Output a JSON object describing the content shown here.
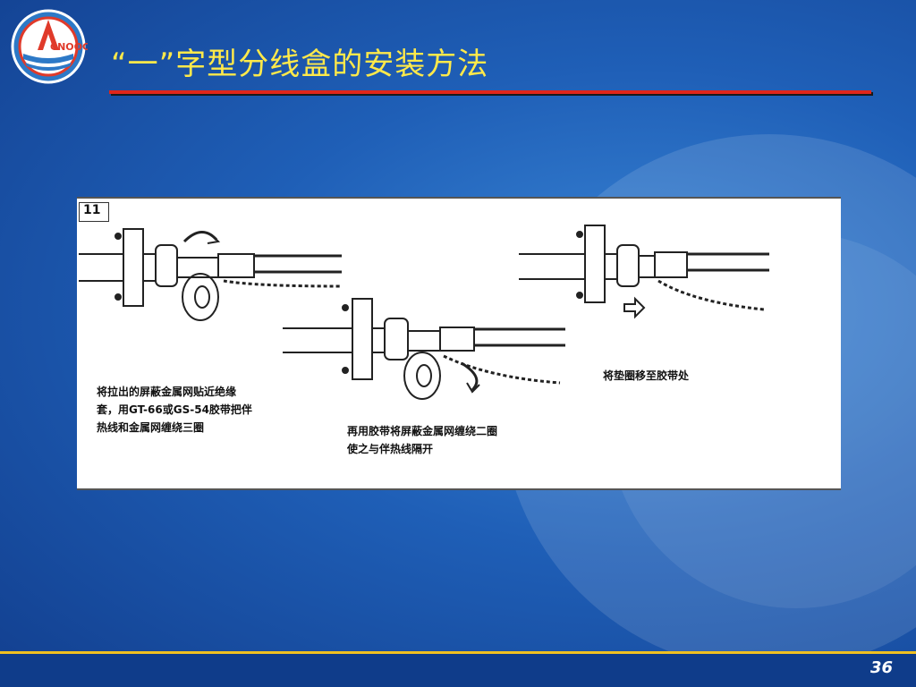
{
  "title": "“一”字型分线盒的安装方法",
  "logo_text": "CNOOC",
  "figure": {
    "number": "11",
    "captions": {
      "step1_line1": "将拉出的屏蔽金属网贴近绝缘",
      "step1_line2": "套，用GT-66或GS-54胶带把伴",
      "step1_line3": "热线和金属网缠绕三圈",
      "step2_line1": "再用胶带将屏蔽金属网缠绕二圈",
      "step2_line2": "使之与伴热线隔开",
      "step3_line1": "将垫圈移至胶带处"
    }
  },
  "page_number": "36",
  "colors": {
    "title": "#ffe94a",
    "rule": "#e0261b",
    "footer_line": "#f0c020"
  }
}
